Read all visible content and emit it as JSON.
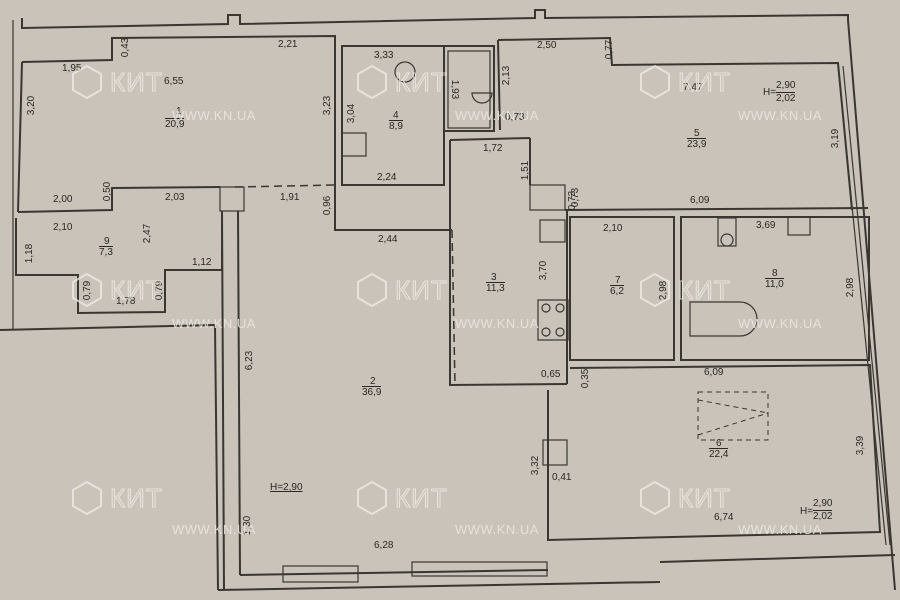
{
  "colors": {
    "paper": "#c9c3b9",
    "ink": "#3a3632",
    "watermark": "#eeeae4"
  },
  "watermark": {
    "brand": "КИТ",
    "url": "WWW.KN.UA",
    "logo_icon": "hexagon-k-logo-icon"
  },
  "rooms": [
    {
      "number": "1",
      "area": "20,9",
      "dims": [
        "1,95",
        "0,43",
        "2,21",
        "3,20",
        "3,23",
        "6,55",
        "2,00",
        "0,50",
        "2,03"
      ]
    },
    {
      "number": "2",
      "area": "36,9",
      "dims": [
        "6,23",
        "1,91",
        "0,96",
        "2,44",
        "1,30",
        "6,28",
        "3,32"
      ],
      "height": "H=2,90"
    },
    {
      "number": "3",
      "area": "11,3",
      "dims": [
        "1,72",
        "1,51",
        "3,70",
        "0,65",
        "0,73"
      ]
    },
    {
      "number": "4",
      "area": "8,9",
      "dims": [
        "3,33",
        "3,04",
        "2,24",
        "1,93",
        "2,13"
      ]
    },
    {
      "number": "5",
      "area": "23,9",
      "dims": [
        "2,50",
        "0,77",
        "7,47",
        "3,19",
        "6,09",
        "0,73"
      ],
      "height": "H=",
      "height_top": "2,90",
      "height_bottom": "2,02"
    },
    {
      "number": "6",
      "area": "22,4",
      "dims": [
        "6,09",
        "0,35",
        "0,41",
        "3,39",
        "6,74"
      ],
      "height": "H=",
      "height_top": "2,90",
      "height_bottom": "2,02"
    },
    {
      "number": "7",
      "area": "6,2",
      "dims": [
        "2,10",
        "2,98"
      ]
    },
    {
      "number": "8",
      "area": "11,0",
      "dims": [
        "3,69",
        "2,98"
      ]
    },
    {
      "number": "9",
      "area": "7,3",
      "dims": [
        "2,10",
        "1,18",
        "2,47",
        "1,12",
        "0,79",
        "1,78",
        "0,79"
      ]
    }
  ]
}
